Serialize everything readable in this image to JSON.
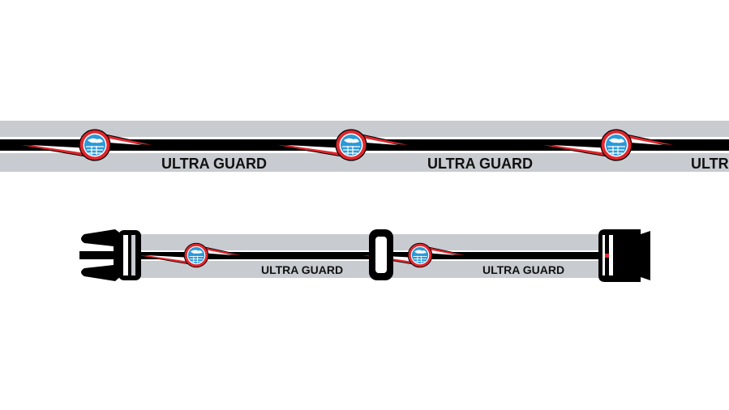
{
  "product": {
    "brand_text": "ULTRA GUARD",
    "views": [
      {
        "name": "strap-pattern",
        "repeats": [
          "ULTRA GUARD",
          "ULTRA GUARD",
          "ULTRA GUARD"
        ]
      },
      {
        "name": "assembled-strap",
        "repeats": [
          "ULTRA GUARD",
          "ULTRA GUARD"
        ]
      }
    ]
  },
  "colors": {
    "webbing": "#c8cbd0",
    "stripe": "#000000",
    "logo_red": "#e0262c",
    "globe_blue": "#2a9ad8",
    "hardware": "#000000"
  }
}
